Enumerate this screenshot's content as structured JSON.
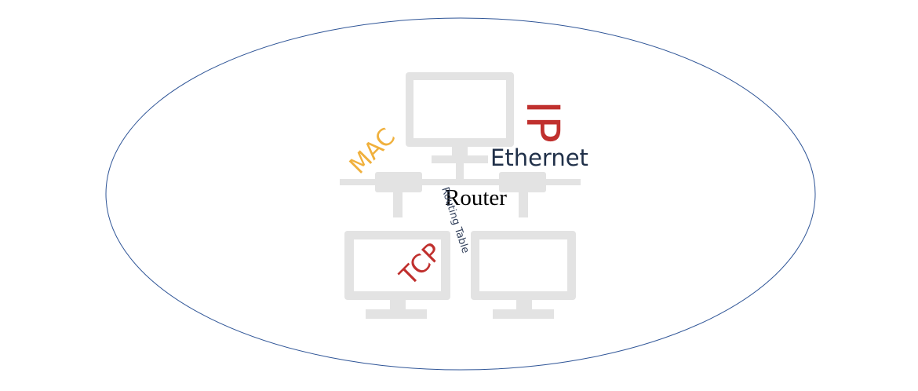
{
  "diagram": {
    "colors": {
      "ellipse_stroke": "#2f5597",
      "network_icon": "#e3e3e3",
      "mac": "#f0b03c",
      "ip": "#c0302e",
      "ethernet": "#203049",
      "router": "#000000",
      "routing_table": "#33415c",
      "tcp": "#c0302e"
    },
    "icons": {
      "top_monitor": "monitor-icon",
      "bottom_left_monitor": "monitor-icon",
      "bottom_right_monitor": "monitor-icon",
      "network": "network-connection-icon"
    },
    "labels": {
      "mac": "MAC",
      "ip": "IP",
      "ethernet": "Ethernet",
      "router": "Router",
      "routing_table": "Routing Table",
      "tcp": "TCP"
    }
  }
}
